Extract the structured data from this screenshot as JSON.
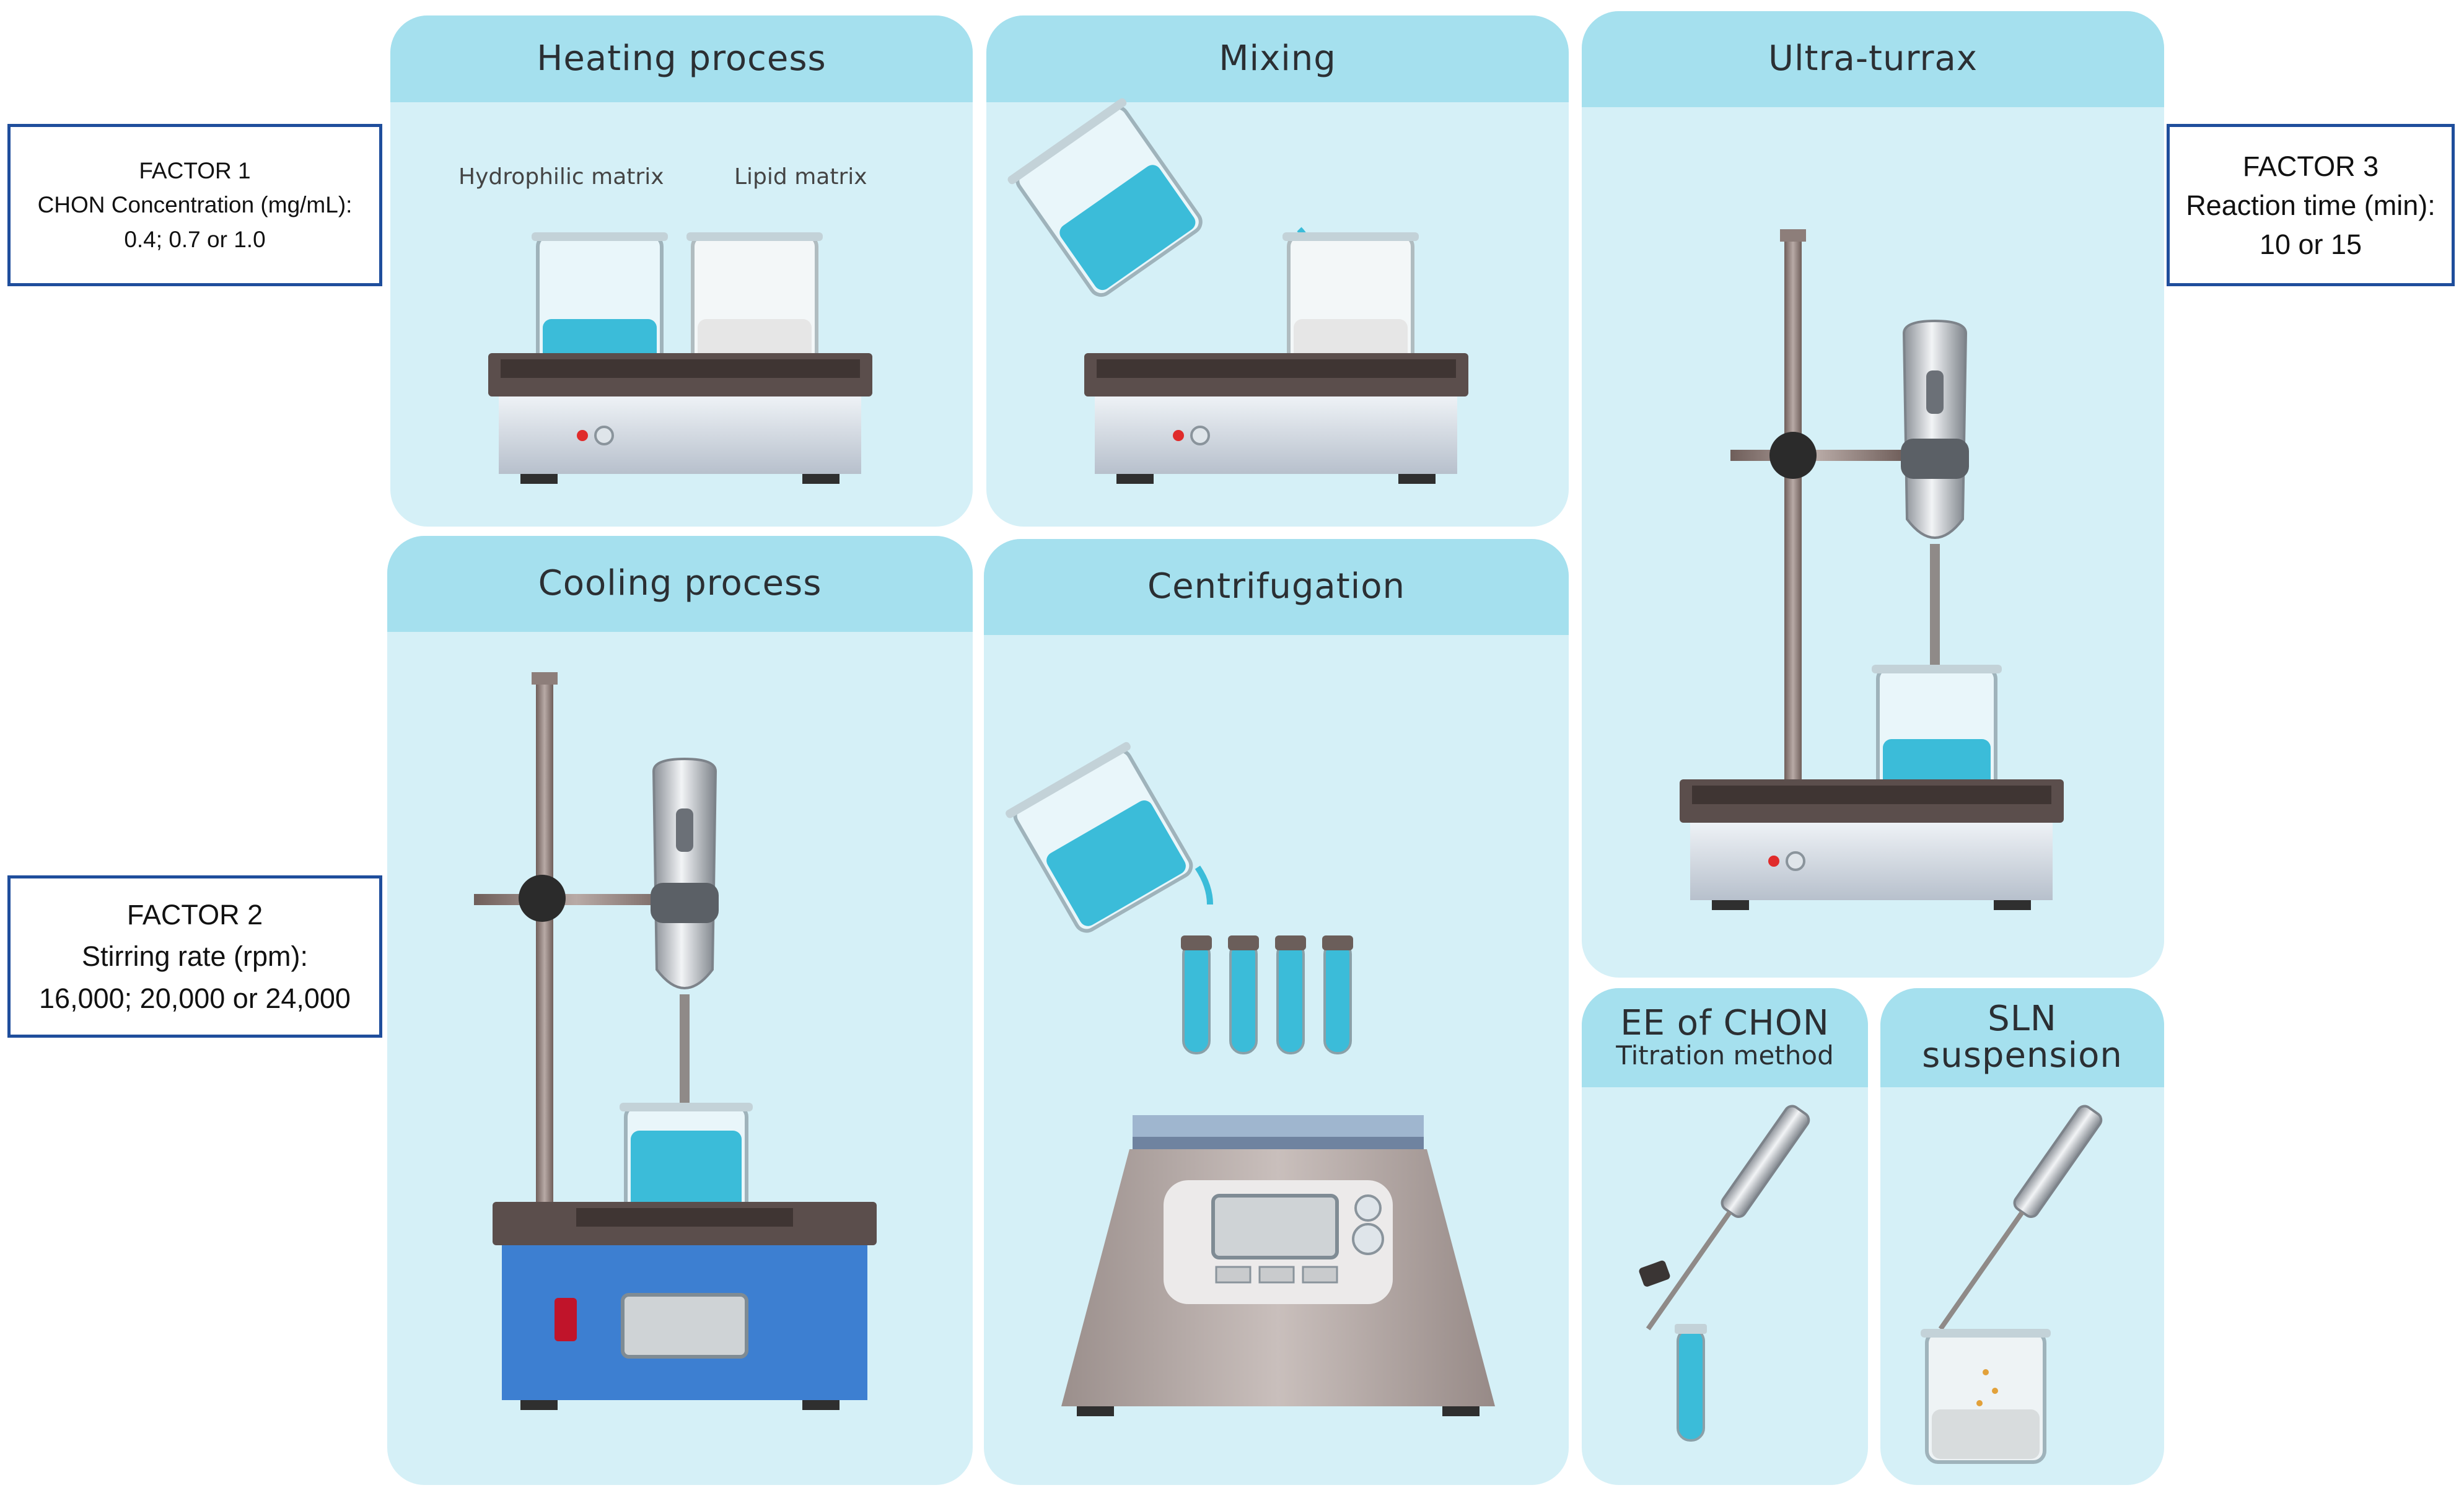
{
  "panels": {
    "heating": {
      "title": "Heating process",
      "hydrophilic_label": "Hydrophilic matrix",
      "lipid_label": "Lipid matrix"
    },
    "mixing": {
      "title": "Mixing"
    },
    "ultra_turrax": {
      "title": "Ultra-turrax"
    },
    "cooling": {
      "title": "Cooling process"
    },
    "centrifugation": {
      "title": "Centrifugation"
    },
    "ee": {
      "title": "EE of CHON",
      "subtitle": "Titration method"
    },
    "sln": {
      "title": "SLN\nsuspension"
    }
  },
  "factors": {
    "factor1": {
      "heading": "FACTOR 1",
      "line1": "CHON Concentration (mg/mL):",
      "line2": "0.4; 0.7 or 1.0"
    },
    "factor2": {
      "heading": "FACTOR 2",
      "line1": "Stirring rate (rpm):",
      "line2": "16,000; 20,000 or 24,000"
    },
    "factor3": {
      "heading": "FACTOR 3",
      "line1": "Reaction time (min):",
      "line2": "10 or 15"
    }
  },
  "colors": {
    "panel_bg": "#d5f0f7",
    "panel_header": "#a5e0ee",
    "factor_border": "#1f4e9c",
    "liquid_blue": "#3bbcd9",
    "hotplate_blue": "#3d7fd1"
  },
  "icons": [
    "beaker-icon",
    "hotplate-icon",
    "stand-icon",
    "homogenizer-icon",
    "test-tube-icon",
    "centrifuge-icon",
    "pipette-icon"
  ]
}
